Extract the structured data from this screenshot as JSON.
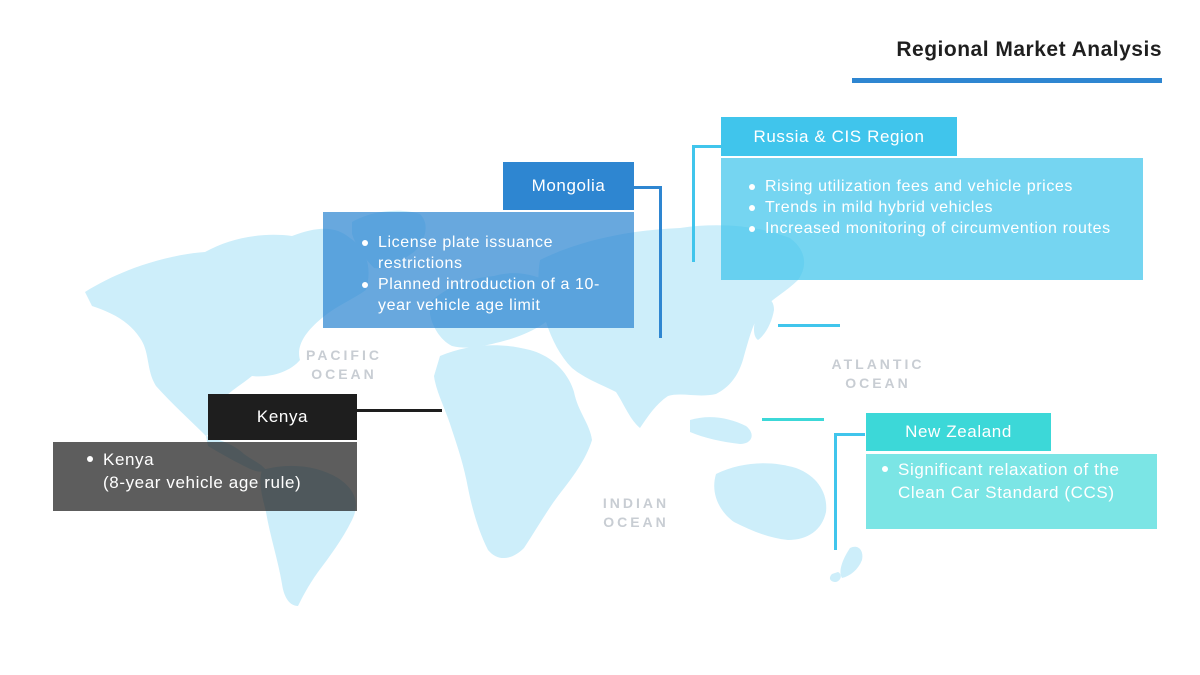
{
  "title": "Regional Market Analysis",
  "colors": {
    "mongolia": "#2e86d1",
    "russia": "#40c5ec",
    "newzealand": "#3cd8d8",
    "kenya": "#1e1e1e",
    "map": "#cdeefa",
    "ocean_label": "#c8cdd3"
  },
  "oceans": {
    "pacific": "PACIFIC\nOCEAN",
    "atlantic": "ATLANTIC\nOCEAN",
    "indian": "INDIAN\nOCEAN"
  },
  "regions": {
    "mongolia": {
      "label": "Mongolia",
      "items": [
        "License plate issuance restrictions",
        "Planned introduction of a 10-year vehicle age limit"
      ]
    },
    "russia": {
      "label": "Russia & CIS Region",
      "items": [
        "Rising utilization fees and vehicle prices",
        "Trends in mild hybrid vehicles",
        "Increased monitoring of circumvention routes"
      ]
    },
    "newzealand": {
      "label": "New Zealand",
      "items": [
        "Significant relaxation of the Clean Car Standard (CCS)"
      ]
    },
    "kenya": {
      "label": "Kenya",
      "items": [
        "Kenya\n(8-year vehicle age rule)"
      ]
    }
  }
}
